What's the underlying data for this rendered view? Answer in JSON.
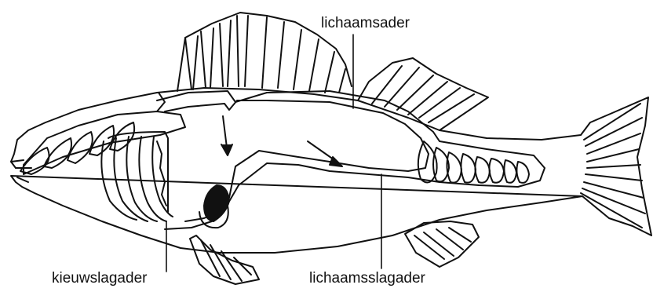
{
  "diagram": {
    "labels": {
      "vein": "lichaamsader",
      "gill_artery": "kieuwslagader",
      "body_artery": "lichaamsslagader"
    },
    "colors": {
      "ink": "#111111",
      "paper": "#ffffff"
    }
  }
}
